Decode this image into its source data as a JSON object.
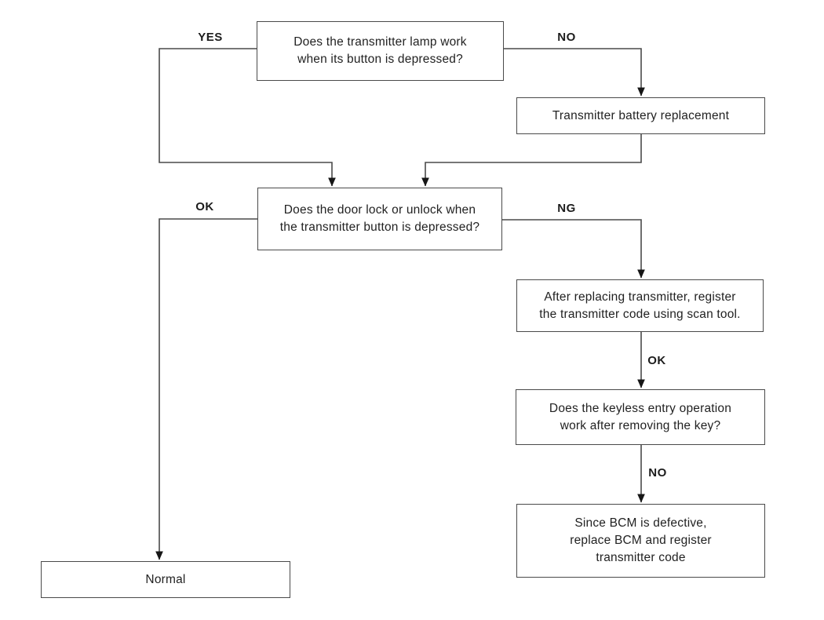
{
  "diagram": {
    "type": "flowchart",
    "background_color": "#ffffff",
    "line_color": "#4a4a4a",
    "arrowhead_color": "#161616",
    "box_border_color": "#4a4a4a",
    "text_color": "#222222",
    "nodes": [
      {
        "id": "q-transmitter-lamp",
        "kind": "question",
        "text": "Does the transmitter lamp work\nwhen its button is depressed?"
      },
      {
        "id": "battery-replacement",
        "kind": "action",
        "text": "Transmitter battery replacement"
      },
      {
        "id": "q-door-lock",
        "kind": "question",
        "text": "Does the door lock or unlock when\nthe transmitter button is depressed?"
      },
      {
        "id": "register-transmitter-code",
        "kind": "action",
        "text": "After replacing transmitter, register\nthe transmitter code using scan tool."
      },
      {
        "id": "q-keyless-entry",
        "kind": "question",
        "text": "Does the keyless entry operation\nwork after removing the key?"
      },
      {
        "id": "replace-bcm",
        "kind": "action",
        "text": "Since BCM is defective,\nreplace BCM and register\ntransmitter code"
      },
      {
        "id": "normal",
        "kind": "result",
        "text": "Normal"
      }
    ],
    "edge_labels": [
      {
        "id": "lamp-yes",
        "text": "YES"
      },
      {
        "id": "lamp-no",
        "text": "NO"
      },
      {
        "id": "door-ok",
        "text": "OK"
      },
      {
        "id": "door-ng",
        "text": "NG"
      },
      {
        "id": "register-ok",
        "text": "OK"
      },
      {
        "id": "keyless-no",
        "text": "NO"
      }
    ]
  }
}
